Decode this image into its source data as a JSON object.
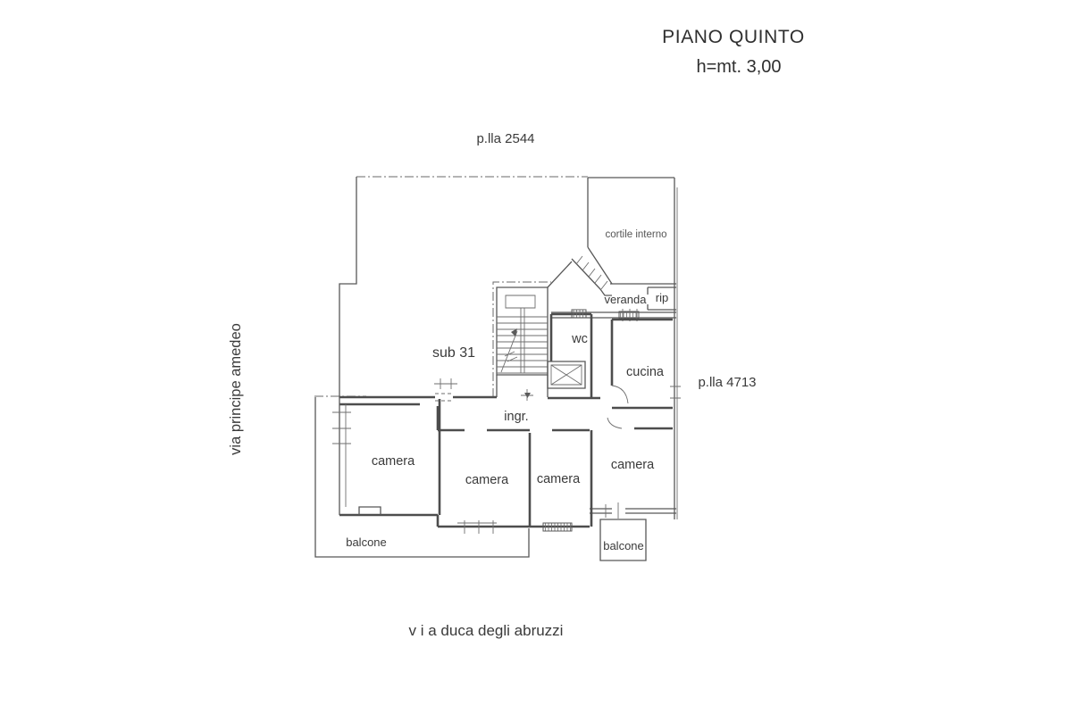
{
  "title": {
    "line1": "PIANO QUINTO",
    "line2": "h=mt. 3,00"
  },
  "parcels": {
    "top": "p.lla 2544",
    "right": "p.lla 4713"
  },
  "streets": {
    "left": "via principe amedeo",
    "bottom": "v i a  duca degli abruzzi"
  },
  "rooms": {
    "cortile": "cortile interno",
    "veranda": "veranda",
    "rip": "rip",
    "wc": "wc",
    "cucina": "cucina",
    "sub": "sub 31",
    "ingresso": "ingr.",
    "camera1": "camera",
    "camera2": "camera",
    "camera3": "camera",
    "camera4": "camera",
    "balcone_left": "balcone",
    "balcone_right": "balcone"
  }
}
